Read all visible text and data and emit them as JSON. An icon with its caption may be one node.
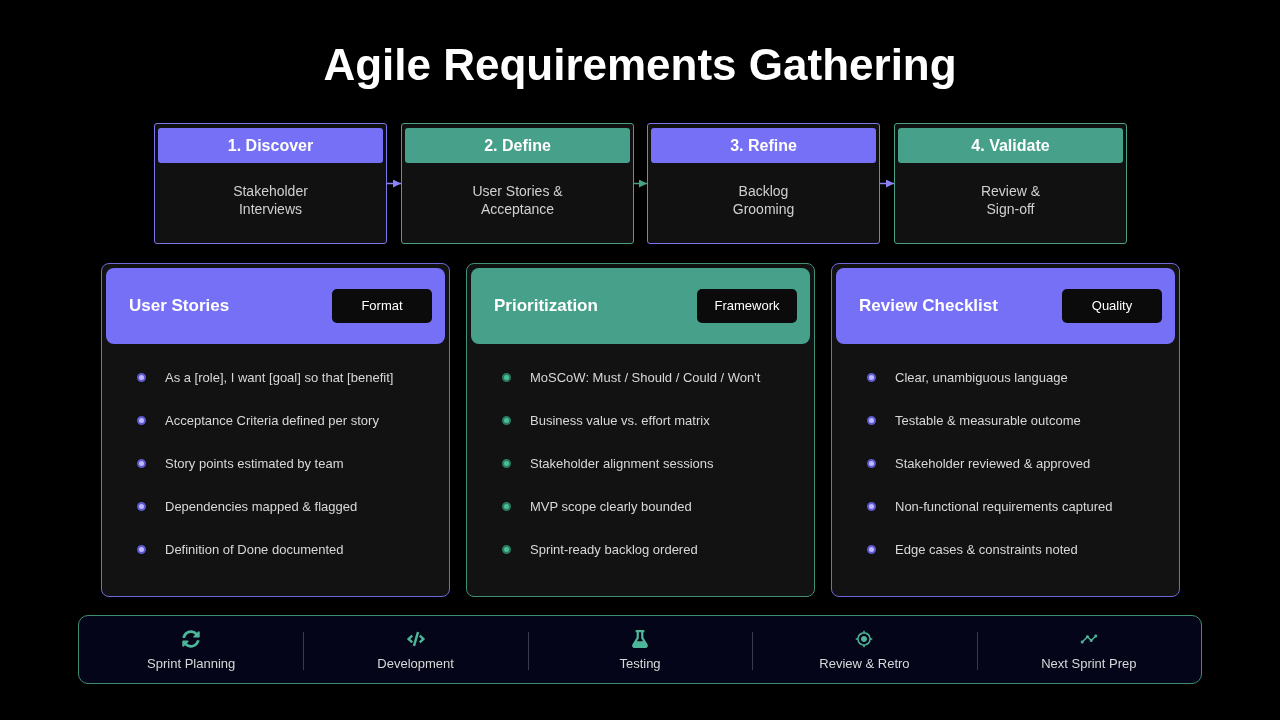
{
  "diagram": {
    "title": "Agile Requirements Gathering",
    "nodes": [
      {
        "text": [
          "1. Discover",
          "Stakeholder Interviews"
        ]
      },
      {
        "text": [
          "2. Define",
          "User Stories & Acceptance"
        ]
      },
      {
        "text": [
          "3. Refine",
          "Backlog Grooming"
        ]
      },
      {
        "text": [
          "4. Validate",
          "Review & Sign-off"
        ]
      },
      {
        "text": [
          "User Stories",
          "As a [role], I want [goal] so that [benefit]",
          "Acceptance Criteria defined per story",
          "Story points estimated by team",
          "Dependencies mapped & flagged",
          "Definition of Done documented"
        ]
      },
      {
        "text": [
          "Format"
        ],
        "in": 4
      },
      {
        "text": [
          "Prioritization",
          "MoSCoW: Must / Should / Could / Won't",
          "Business value vs. effort matrix",
          "Stakeholder alignment sessions",
          "MVP scope clearly bounded",
          "Sprint-ready backlog ordered"
        ]
      },
      {
        "text": [
          "Framework"
        ],
        "in": 6
      },
      {
        "text": [
          "Review Checklist",
          "Clear, unambiguous language",
          "Testable & measurable outcome",
          "Stakeholder reviewed & approved",
          "Non-functional requirements captured",
          "Edge cases & constraints noted"
        ]
      },
      {
        "text": [
          "Quality"
        ],
        "in": 8
      },
      {
        "text": [
          "Sprint Planning",
          "Development",
          "Testing",
          "Review & Retro",
          "Next Sprint Prep"
        ]
      }
    ],
    "edges": [
      {
        "from": 0,
        "to": 1,
        "arrow": "to"
      },
      {
        "from": 1,
        "to": 2,
        "arrow": "to",
        "color": "#4a9f89"
      },
      {
        "from": 2,
        "to": 3,
        "arrow": "to"
      }
    ]
  }
}
